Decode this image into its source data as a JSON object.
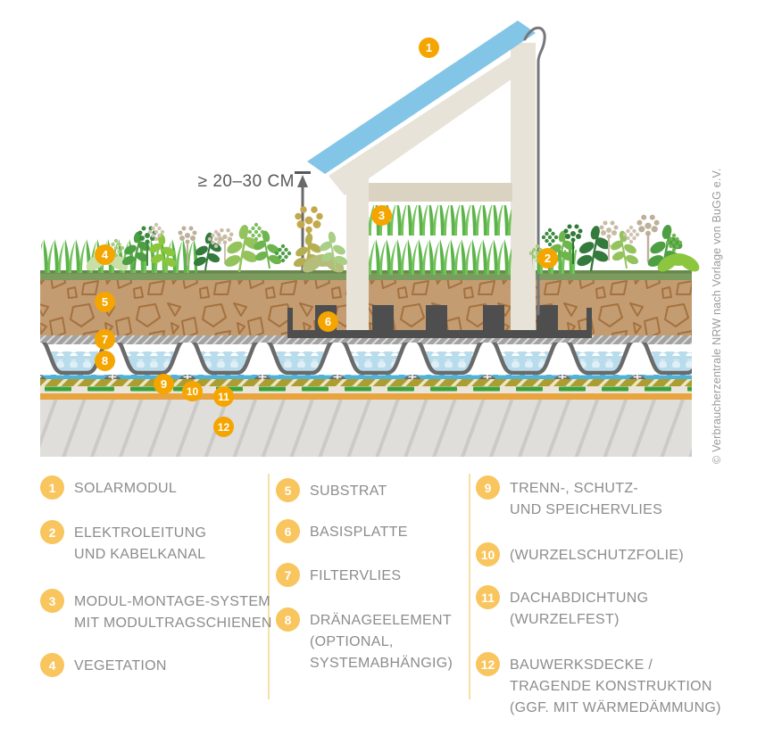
{
  "diagram": {
    "measurement_label": "≥ 20–30 CM",
    "badges": [
      "1",
      "2",
      "3",
      "4",
      "5",
      "6",
      "7",
      "8",
      "9",
      "10",
      "11",
      "12"
    ]
  },
  "legend": {
    "items": [
      {
        "num": "1",
        "label": "SOLARMODUL"
      },
      {
        "num": "2",
        "label": "ELEKTROLEITUNG\nUND KABELKANAL"
      },
      {
        "num": "3",
        "label": "MODUL-MONTAGE-SYSTEM\nMIT MODULTRAGSCHIENEN"
      },
      {
        "num": "4",
        "label": "VEGETATION"
      },
      {
        "num": "5",
        "label": "SUBSTRAT"
      },
      {
        "num": "6",
        "label": "BASISPLATTE"
      },
      {
        "num": "7",
        "label": "FILTERVLIES"
      },
      {
        "num": "8",
        "label": "DRÄNAGEELEMENT\n(OPTIONAL,\nSYSTEMABHÄNGIG)"
      },
      {
        "num": "9",
        "label": "TRENN-, SCHUTZ-\nUND SPEICHERVLIES"
      },
      {
        "num": "10",
        "label": "(WURZELSCHUTZFOLIE)"
      },
      {
        "num": "11",
        "label": "DACHABDICHTUNG\n(WURZELFEST)"
      },
      {
        "num": "12",
        "label": "BAUWERKSDECKE /\nTRAGENDE KONSTRUKTION\n(GGF. MIT WÄRMEDÄMMUNG)"
      }
    ]
  },
  "credit": "© Verbraucherzentrale NRW nach Vorlage von BuGG e.V.",
  "colors": {
    "badge_orange": "#F5A500",
    "badge_yellow": "#F8C55E",
    "panel_blue": "#83C5E6",
    "frame_beige": "#E8E3D8",
    "substrate_tan": "#C39C72",
    "water_light": "#B9DCEC",
    "water_dark": "#4FB2D9",
    "roof_membrane_orange": "#E9A43D",
    "legend_text_gray": "#8C8C8C"
  }
}
